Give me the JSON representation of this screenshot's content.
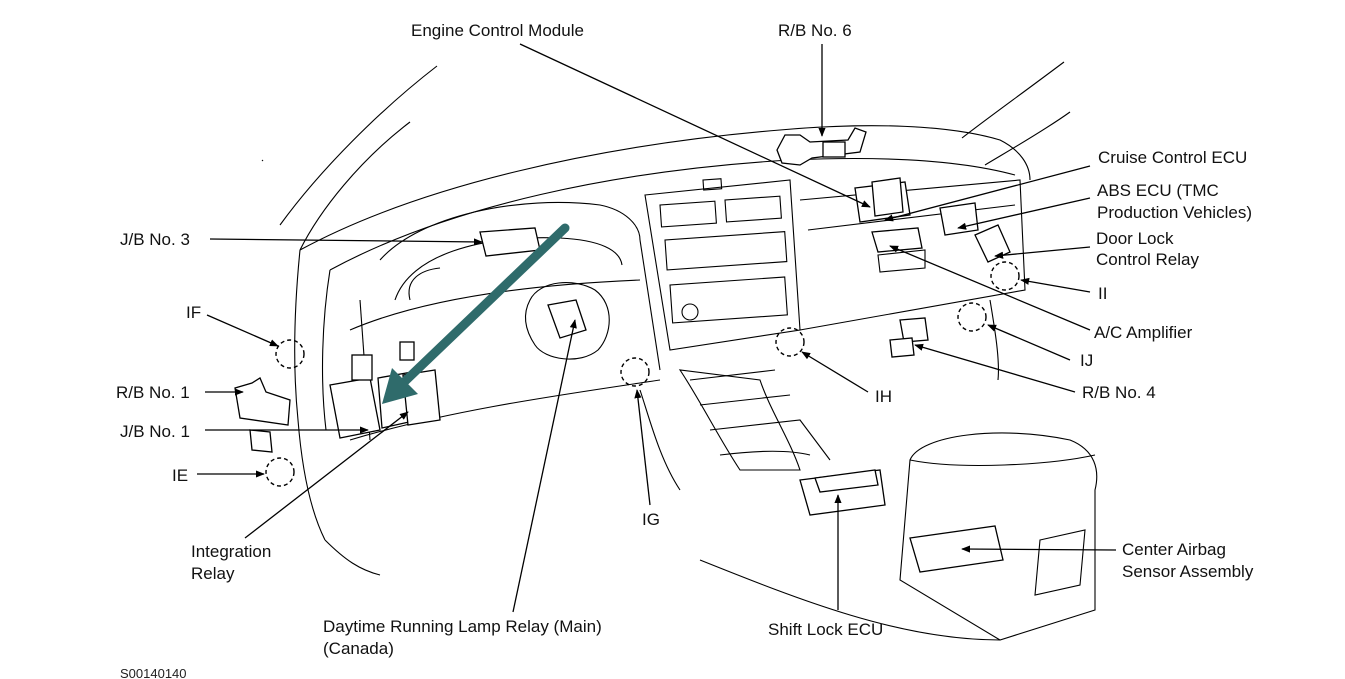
{
  "labels": {
    "engine_control_module": "Engine Control Module",
    "rb_no6": "R/B No. 6",
    "cruise_control_ecu": "Cruise Control ECU",
    "abs_ecu_line1": "ABS ECU (TMC",
    "abs_ecu_line2": "Production Vehicles)",
    "door_lock_line1": "Door Lock",
    "door_lock_line2": "Control Relay",
    "jb_no3": "J/B No. 3",
    "if": "IF",
    "ii": "II",
    "ac_amplifier": "A/C Amplifier",
    "ij": "IJ",
    "rb_no1": "R/B No. 1",
    "rb_no4": "R/B No. 4",
    "ih": "IH",
    "jb_no1": "J/B No. 1",
    "ie": "IE",
    "ig": "IG",
    "integration_line1": "Integration",
    "integration_line2": "Relay",
    "center_airbag_line1": "Center Airbag",
    "center_airbag_line2": "Sensor Assembly",
    "drl_line1": "Daytime Running Lamp Relay (Main)",
    "drl_line2": "(Canada)",
    "shift_lock_ecu": "Shift Lock ECU",
    "figure_code": "S00140140"
  },
  "colors": {
    "highlight_arrow": "#2f6b6b",
    "line": "#000000"
  }
}
